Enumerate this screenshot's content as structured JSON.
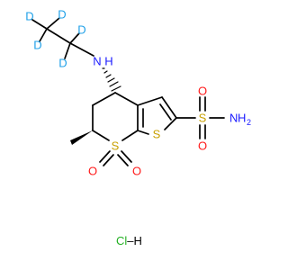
{
  "colors": {
    "bond": "#000000",
    "deuterium": "#1fa0e8",
    "nitrogen": "#1a1aff",
    "oxygen": "#ff1a1a",
    "sulfur": "#c8a000",
    "chlorine": "#22b022",
    "hydrogen": "#000000"
  },
  "labels": {
    "d1": "D",
    "d2": "D",
    "d3": "D",
    "d4": "D",
    "d5": "D",
    "amine_n": "N",
    "amine_h": "H",
    "ring_s": "S",
    "thiophene_s": "S",
    "sulfonyl_s": "S",
    "o_top": "O",
    "o_bottom": "O",
    "o_left": "O",
    "o_right": "O",
    "nh2_n": "N",
    "nh2_h": "H",
    "nh2_sub": "2",
    "salt": "Cl–H"
  }
}
